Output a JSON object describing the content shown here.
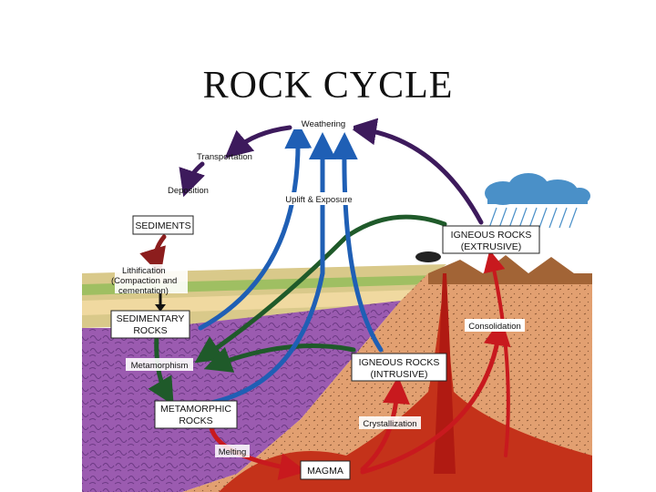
{
  "title": "ROCK CYCLE",
  "labels": {
    "weathering": "Weathering",
    "transportation": "Transportation",
    "deposition": "Deposition",
    "sediments": "SEDIMENTS",
    "lithification_1": "Lithification",
    "lithification_2": "(Compaction and",
    "lithification_3": "cementation)",
    "sedimentary_1": "SEDIMENTARY",
    "sedimentary_2": "ROCKS",
    "uplift": "Uplift & Exposure",
    "igneous_ext_1": "IGNEOUS ROCKS",
    "igneous_ext_2": "(EXTRUSIVE)",
    "consolidation": "Consolidation",
    "metamorphism": "Metamorphism",
    "igneous_int_1": "IGNEOUS ROCKS",
    "igneous_int_2": "(INTRUSIVE)",
    "metamorphic_1": "METAMORPHIC",
    "metamorphic_2": "ROCKS",
    "crystallization": "Crystallization",
    "melting": "Melting",
    "magma": "MAGMA"
  },
  "colors": {
    "purple_arrow": "#3d1a5c",
    "blue_arrow": "#1f5fb5",
    "green_arrow": "#1f5a2a",
    "red_arrow": "#c8191e",
    "dark_red_arrow": "#8c1d1d",
    "crust": "#e2a071",
    "metamorphic_zone": "#9b5bb0",
    "magma": "#c4321a",
    "cloud": "#4a90c8"
  }
}
